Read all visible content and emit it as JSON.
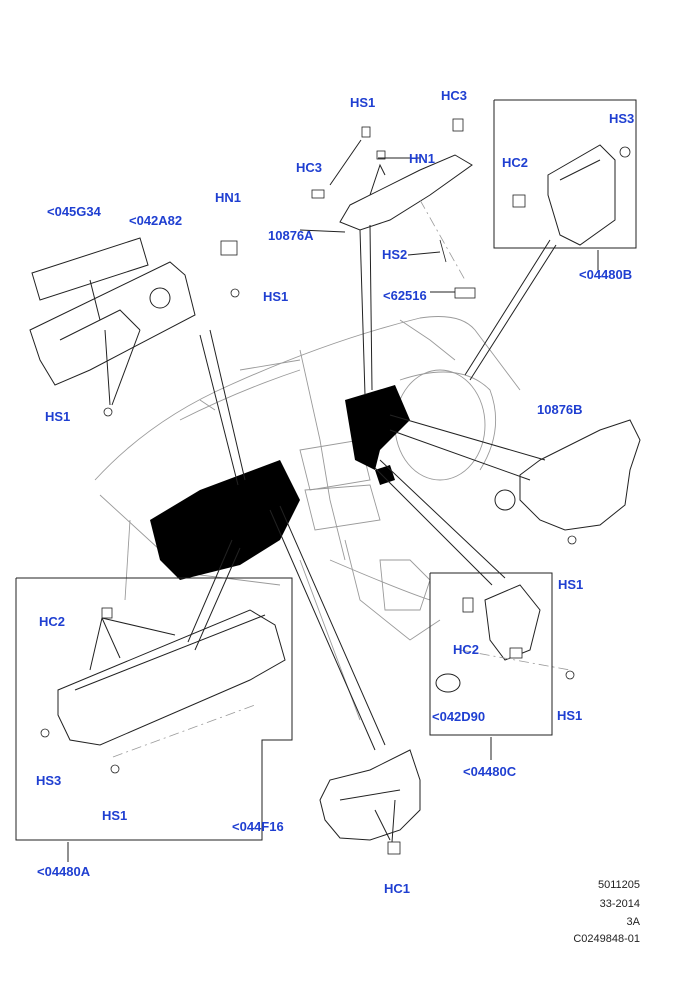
{
  "colors": {
    "label": "#1f3fd1",
    "line": "#222222",
    "fill_dark": "#000000",
    "part_grey": "#b9b9b9",
    "dash_light": "#c8c8c8"
  },
  "labels": {
    "hs1_top": "HS1",
    "hc3_top": "HC3",
    "hs3_tr": "HS3",
    "hn1_upper": "HN1",
    "hc2_tr": "HC2",
    "hc3_left": "HC3",
    "lbl_045g34": "<045G34",
    "lbl_042a82": "<042A82",
    "hn1_left": "HN1",
    "lbl_10876a": "10876A",
    "hs2": "HS2",
    "hs1_mid": "HS1",
    "lbl_62516": "<62516",
    "lbl_04480b": "<04480B",
    "hs1_left": "HS1",
    "lbl_10876b": "10876B",
    "hs1_right": "HS1",
    "hc2_left": "HC2",
    "hc2_box": "HC2",
    "hs1_box": "HS1",
    "lbl_042d90": "<042D90",
    "lbl_04480c": "<04480C",
    "hs3_left": "HS3",
    "hs1_bottom": "HS1",
    "lbl_044f16": "<044F16",
    "lbl_04480a": "<04480A",
    "hc1": "HC1"
  },
  "meta": {
    "line1": "5011205",
    "line2": "33-2014",
    "line3": "3A",
    "line4": "C0249848-01"
  }
}
